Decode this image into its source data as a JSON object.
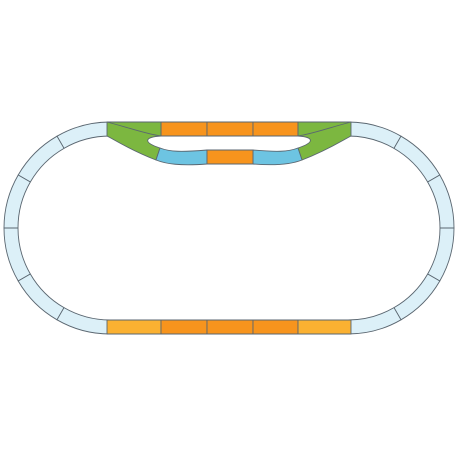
{
  "colors": {
    "background": "#ffffff",
    "outline": "#5a6670",
    "curve": "#dcf0f8",
    "straight_long": "#f7941d",
    "straight_short": "#fbb131",
    "switch": "#7cb740",
    "branch_curve": "#6dc4e2"
  },
  "track_pieces": [
    {
      "type": "curve",
      "color_key": "curve"
    },
    {
      "type": "straight_long",
      "color_key": "straight_long"
    },
    {
      "type": "straight_short",
      "color_key": "straight_short"
    },
    {
      "type": "switch",
      "color_key": "switch"
    },
    {
      "type": "branch_curve",
      "color_key": "branch_curve"
    }
  ]
}
